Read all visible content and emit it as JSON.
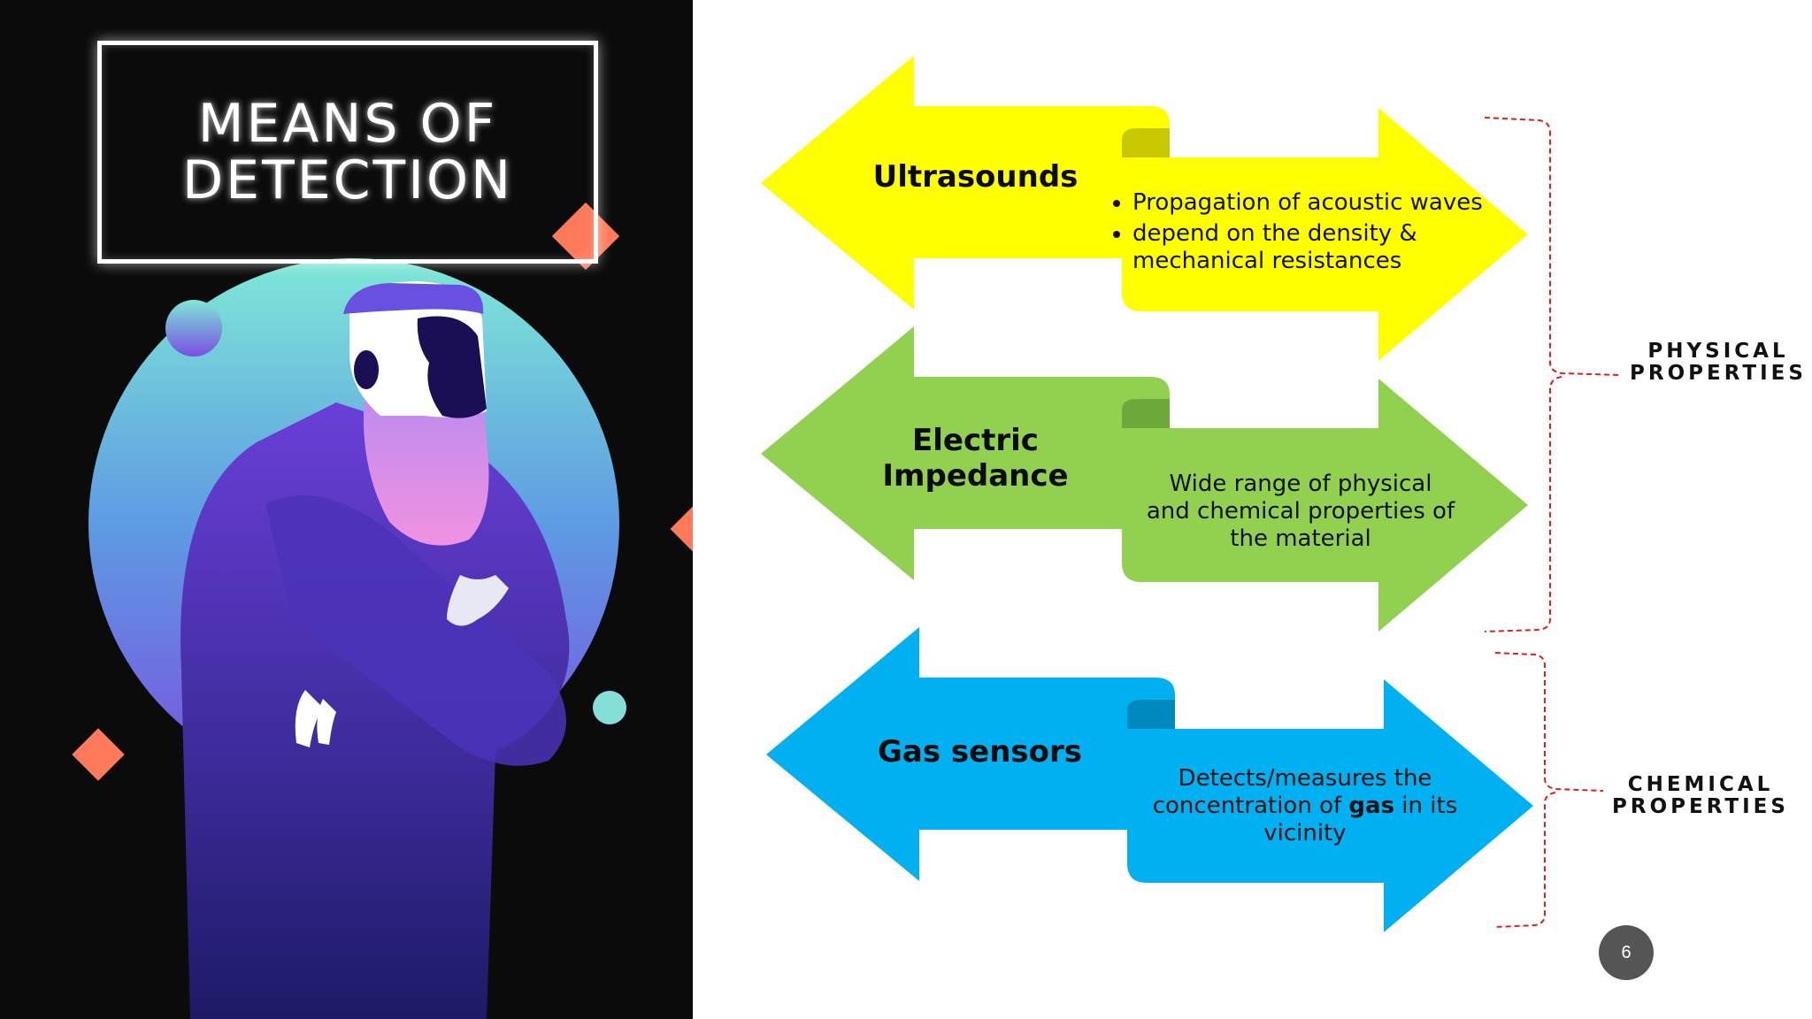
{
  "slide": {
    "title": "MEANS OF DETECTION",
    "page_number": "6"
  },
  "methods": [
    {
      "name": "Ultrasounds",
      "color": "#FFFF00",
      "bullets": [
        "Propagation of acoustic waves",
        "depend on the density & mechanical resistances"
      ]
    },
    {
      "name": "Electric Impedance",
      "color": "#92D050",
      "description": "Wide range of physical and chemical properties of the material"
    },
    {
      "name": "Gas sensors",
      "color": "#00B0F0",
      "description_before": "Detects/measures the concentration of ",
      "description_bold": "gas",
      "description_after": " in its vicinity"
    }
  ],
  "groups": [
    {
      "label": "PHYSICAL PROPERTIES",
      "bracket_color": "#E02020"
    },
    {
      "label": "CHEMICAL PROPERTIES",
      "bracket_color": "#E02020"
    }
  ],
  "colors": {
    "left_background": "#0B0B0C",
    "accent_diamond": "#FF7A5A",
    "figure_purple": "#4A2E9E"
  },
  "icons": [
    "thinking-man-illustration",
    "orange-diamond",
    "decorative-circle"
  ]
}
